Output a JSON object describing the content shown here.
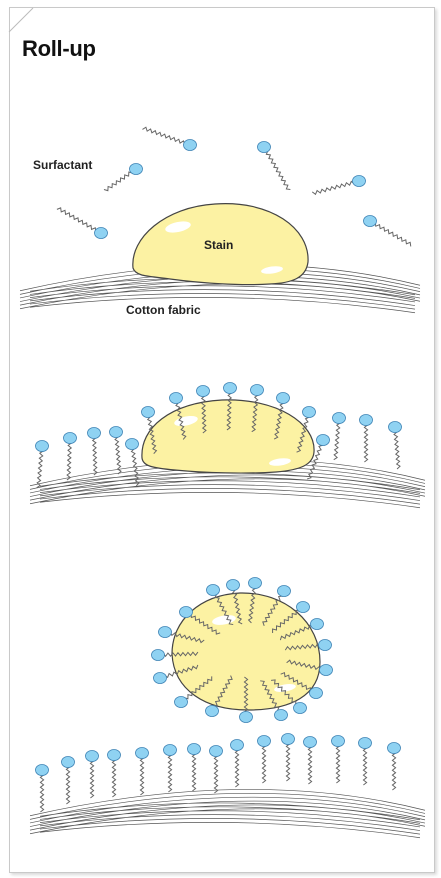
{
  "title": "Roll-up",
  "labels": {
    "surfactant": "Surfactant",
    "stain": "Stain",
    "fabric": "Cotton fabric"
  },
  "colors": {
    "stain_fill": "#fcf2a3",
    "stain_stroke": "#444444",
    "surfactant_head": "#8fd2f2",
    "surfactant_head_stroke": "#3c82b4",
    "fiber": "#555555"
  },
  "panels": [
    {
      "step": 1,
      "description_visible": false
    },
    {
      "step": 2,
      "description_visible": false
    },
    {
      "step": 3,
      "description_visible": false
    }
  ]
}
